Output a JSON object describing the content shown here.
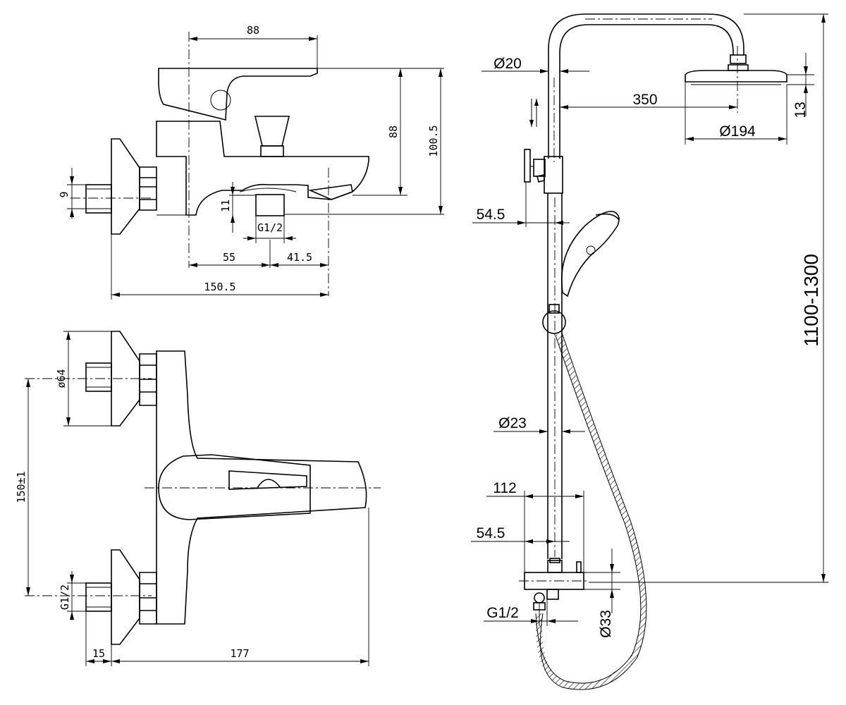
{
  "faucet_side_view": {
    "dims": {
      "top_width": "88",
      "height_88": "88",
      "height_total": "100.5",
      "inlet_9": "9",
      "outlet_11": "11",
      "thread": "G1/2",
      "spacing_55": "55",
      "spacing_41_5": "41.5",
      "overall_150_5": "150.5"
    }
  },
  "faucet_top_view": {
    "dims": {
      "flange_dia": "ø64",
      "centers": "150±1",
      "thread": "G1/2",
      "wall_15": "15",
      "depth_177": "177"
    }
  },
  "shower_column": {
    "dims": {
      "pipe_upper": "Ø20",
      "reach": "350",
      "head_thickness": "13",
      "head_dia": "Ø194",
      "holder_offset_top": "54.5",
      "pipe_lower": "Ø23",
      "mixer_width": "112",
      "holder_offset_bottom": "54.5",
      "inlet_thread": "G1/2",
      "mixer_dia": "Ø33",
      "height_range": "1100-1300"
    }
  }
}
